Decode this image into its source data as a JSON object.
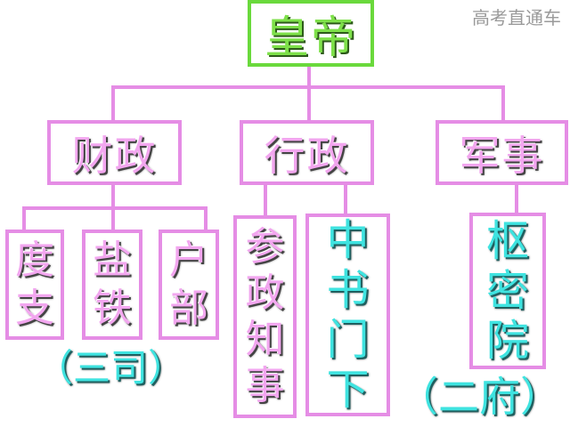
{
  "root": {
    "label": "皇帝"
  },
  "branches": [
    {
      "label": "财政",
      "children": [
        "度支",
        "盐铁",
        "户部"
      ],
      "group_note": "（三司）"
    },
    {
      "label": "行政",
      "children": [
        "参政知事",
        "中书门下"
      ]
    },
    {
      "label": "军事",
      "children": [
        "枢密院"
      ]
    }
  ],
  "group_note_2": "（二府）",
  "watermark": "高考直通车",
  "colors": {
    "line": "#e58de5",
    "root_border": "#6ad93c",
    "cyan_text": "#3fe3e0",
    "pink_text": "#f2a6ef"
  }
}
